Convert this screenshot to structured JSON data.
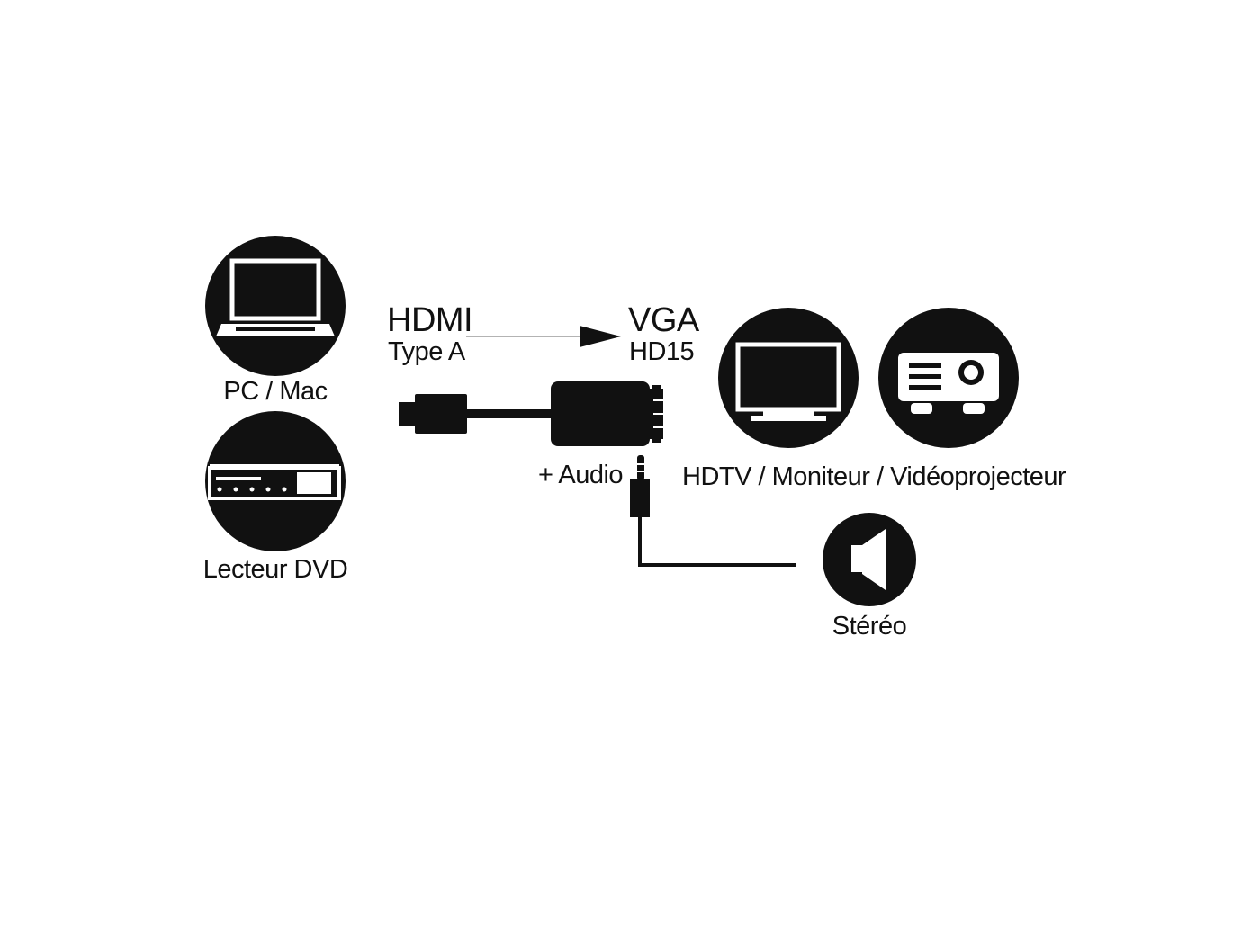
{
  "colors": {
    "ink": "#111111",
    "background": "#ffffff",
    "arrow_line": "#9a9a9a"
  },
  "sources": [
    {
      "label": "PC / Mac",
      "icon": "laptop-icon"
    },
    {
      "label": "Lecteur DVD",
      "icon": "dvd-player-icon"
    }
  ],
  "connector_in": {
    "name": "HDMI",
    "subtitle": "Type A",
    "icon": "hdmi-plug-icon"
  },
  "connector_out": {
    "name": "VGA",
    "subtitle": "HD15",
    "icon": "vga-adapter-icon"
  },
  "direction_icon": "right-arrow-icon",
  "audio": {
    "label": "+ Audio",
    "icon": "audio-jack-icon"
  },
  "displays": {
    "label": "HDTV / Moniteur / Vidéoprojecteur",
    "icons": [
      "monitor-icon",
      "projector-icon"
    ]
  },
  "speaker": {
    "label": "Stéréo",
    "icon": "speaker-icon"
  }
}
